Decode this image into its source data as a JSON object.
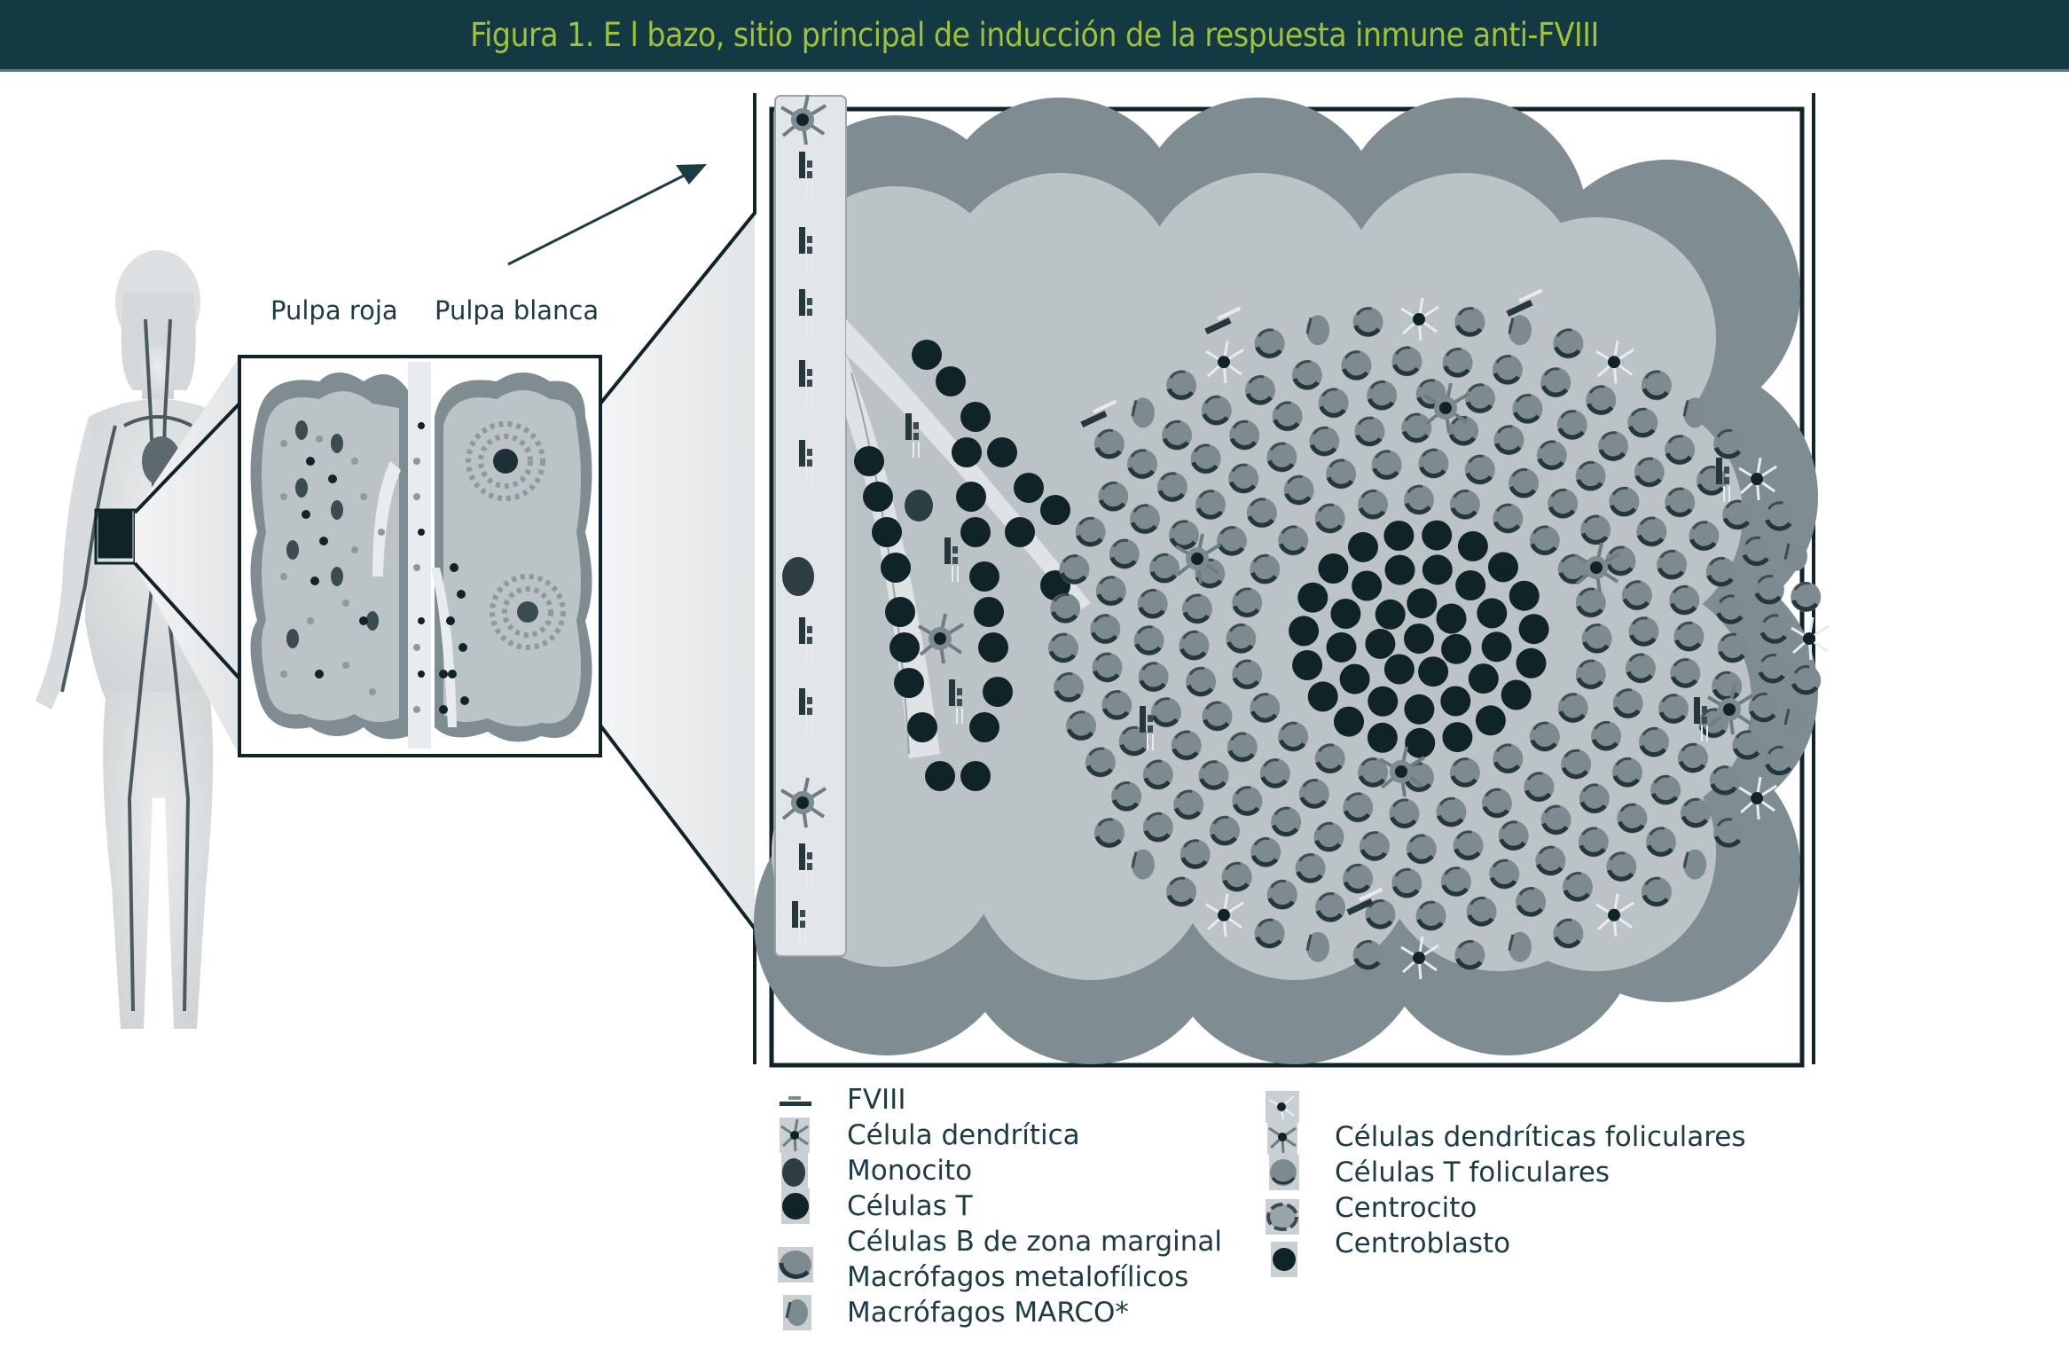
{
  "header": {
    "title": "Figura 1. E l bazo, sitio principal de inducción de la respuesta inmune anti-FVIII",
    "background": "#133a42",
    "title_color": "#a2c03a"
  },
  "overview": {
    "label_red_pulp": "Pulpa roja",
    "label_white_pulp": "Pulpa blanca"
  },
  "legend": {
    "left_column": [
      {
        "icon": "fviii-icon",
        "label": "FVIII"
      },
      {
        "icon": "dendritic-cell-icon",
        "label": "Célula dendrítica"
      },
      {
        "icon": "monocyte-icon",
        "label": "Monocito"
      },
      {
        "icon": "t-cell-icon",
        "label": "Células T"
      },
      {
        "icon": "marginal-zone-b-cell-icon",
        "label": "Células B de zona marginal"
      },
      {
        "icon": "metallophilic-macrophage-icon",
        "label": "Macrófagos metalofílicos"
      },
      {
        "icon": "marco-macrophage-icon",
        "label": "Macrófagos MARCO*"
      }
    ],
    "right_column": [
      {
        "icon": "follicular-dendritic-cell-icon",
        "label": "Células dendríticas foliculares"
      },
      {
        "icon": "follicular-t-cell-icon",
        "label": "Células T foliculares"
      },
      {
        "icon": "centrocyte-icon",
        "label": "Centrocito"
      },
      {
        "icon": "centroblast-icon",
        "label": "Centroblasto"
      }
    ]
  },
  "colors": {
    "text": "#1d3b43",
    "frame": "#0f2329",
    "pulp_light": "#bcc3c6",
    "pulp_dark": "#7f8c92",
    "cell_dark": "#0f2329",
    "cell_mid": "#7d8a90"
  }
}
